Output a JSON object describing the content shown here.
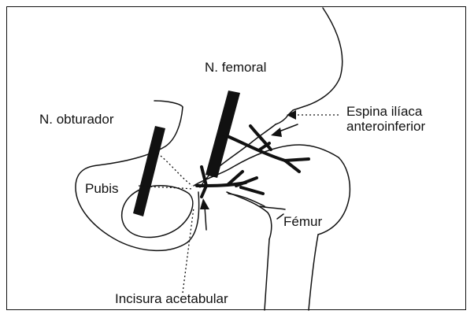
{
  "labels": {
    "femoral_nerve": "N. femoral",
    "obturator_nerve": "N. obturador",
    "aiis_line1": "Espina ilíaca",
    "aiis_line2": "anteroinferior",
    "pubis": "Pubis",
    "femur": "Fémur",
    "acetabular_notch": "Incisura acetabular"
  },
  "colors": {
    "ink": "#111111",
    "background": "#ffffff"
  }
}
